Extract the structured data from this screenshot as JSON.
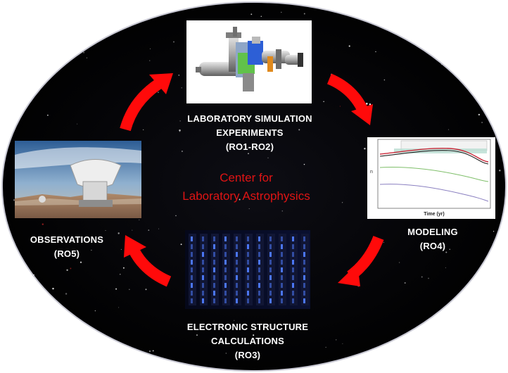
{
  "center": {
    "line1": "Center for",
    "line2": "Laboratory Astrophysics"
  },
  "nodes": {
    "lab": {
      "line1": "LABORATORY SIMULATION",
      "line2": "EXPERIMENTS",
      "line3": "(RO1-RO2)"
    },
    "modeling": {
      "line1": "MODELING",
      "line2": "(RO4)"
    },
    "electronic": {
      "line1": "ELECTRONIC STRUCTURE",
      "line2": "CALCULATIONS",
      "line3": "(RO3)"
    },
    "observations": {
      "line1": "OBSERVATIONS",
      "line2": "(RO5)"
    }
  },
  "plot": {
    "xlabel": "Time (yr)"
  },
  "colors": {
    "background": "#000000",
    "arrow": "#ff0a0a",
    "title": "#e01414",
    "text": "#ffffff"
  }
}
